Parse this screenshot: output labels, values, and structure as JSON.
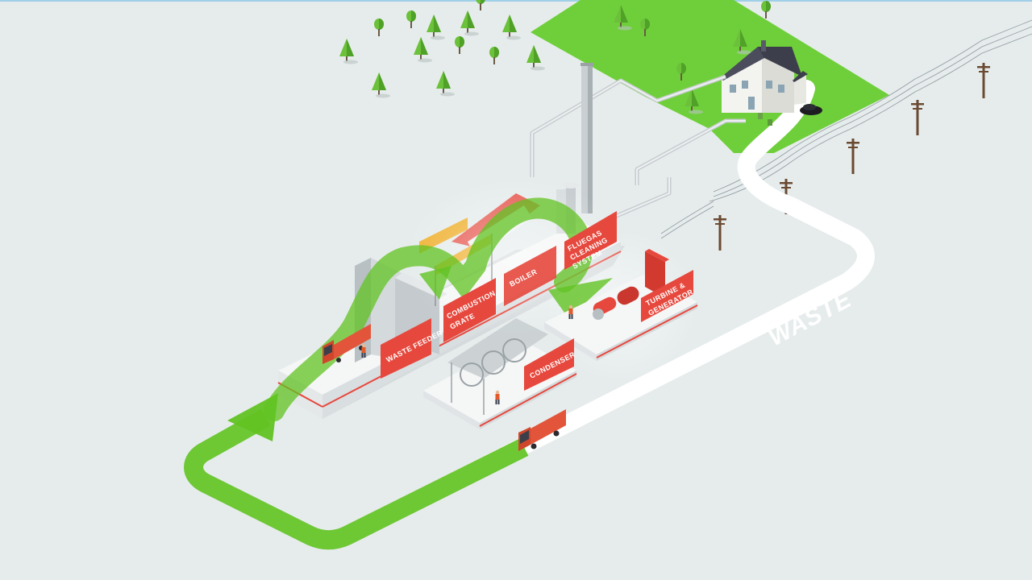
{
  "labels": {
    "waste_feeder": "WASTE FEEDER",
    "combustion_grate_l1": "COMBUSTION",
    "combustion_grate_l2": "GRATE",
    "boiler": "BOILER",
    "fluegas_l1": "FLUEGAS",
    "fluegas_l2": "CLEANING",
    "fluegas_l3": "SYSTEM",
    "turbine_l1": "TURBINE &",
    "turbine_l2": "GENERATOR",
    "condenser": "CONDENSER",
    "road": "WASTE"
  },
  "colors": {
    "background": "#e6ecec",
    "grass": "#6fcf3a",
    "flow_arrow": "#62c323",
    "road": "#ffffff",
    "label_panel": "#e6483d",
    "truck": "#e2553a",
    "house_roof": "#3d3e4c"
  },
  "icons": [
    "tree-icon",
    "house-icon",
    "car-icon",
    "power-pole-icon",
    "truck-icon",
    "worker-icon",
    "chimney-icon"
  ]
}
